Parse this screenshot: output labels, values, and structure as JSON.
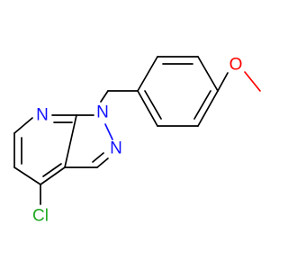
{
  "molecule": {
    "atoms": {
      "n_pyridine": {
        "label": "N",
        "color": "#1010ff"
      },
      "n1_pyrazole": {
        "label": "N",
        "color": "#1010ff"
      },
      "n2_pyrazole": {
        "label": "N",
        "color": "#1010ff"
      },
      "oxygen": {
        "label": "O",
        "color": "#ff0000"
      },
      "chlorine": {
        "label": "Cl",
        "color": "#22aa22"
      }
    },
    "bond_color": "#000000"
  }
}
